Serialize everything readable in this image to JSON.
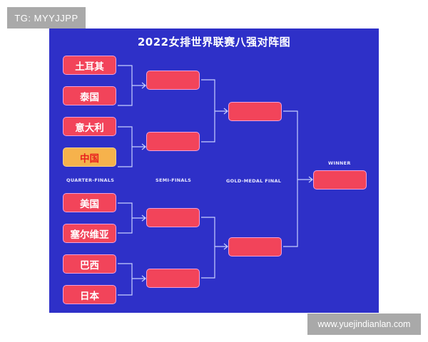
{
  "watermarks": {
    "top_left": "TG: MYYJJPP",
    "bottom_right": "www.yuejindianlan.com"
  },
  "bracket": {
    "title": "2022女排世界联赛八强对阵图",
    "colors": {
      "background": "#2e30c8",
      "box_fill": "#f2445a",
      "box_border": "#f2a0d8",
      "highlight_fill": "#f6b24c",
      "highlight_text": "#e8201e",
      "connector": "#c8d0ff"
    },
    "round_labels": {
      "quarter": "QUARTER-FINALS",
      "semi": "SEMI-FINALS",
      "final": "GOLD-MEDAL FINAL",
      "winner": "WINNER"
    },
    "quarter_finals": [
      {
        "team": "土耳其",
        "highlight": false
      },
      {
        "team": "泰国",
        "highlight": false
      },
      {
        "team": "意大利",
        "highlight": false
      },
      {
        "team": "中国",
        "highlight": true
      },
      {
        "team": "美国",
        "highlight": false
      },
      {
        "team": "塞尔维亚",
        "highlight": false
      },
      {
        "team": "巴西",
        "highlight": false
      },
      {
        "team": "日本",
        "highlight": false
      }
    ],
    "semi_finals": [
      "",
      "",
      "",
      ""
    ],
    "final": [
      "",
      ""
    ],
    "winner": ""
  }
}
